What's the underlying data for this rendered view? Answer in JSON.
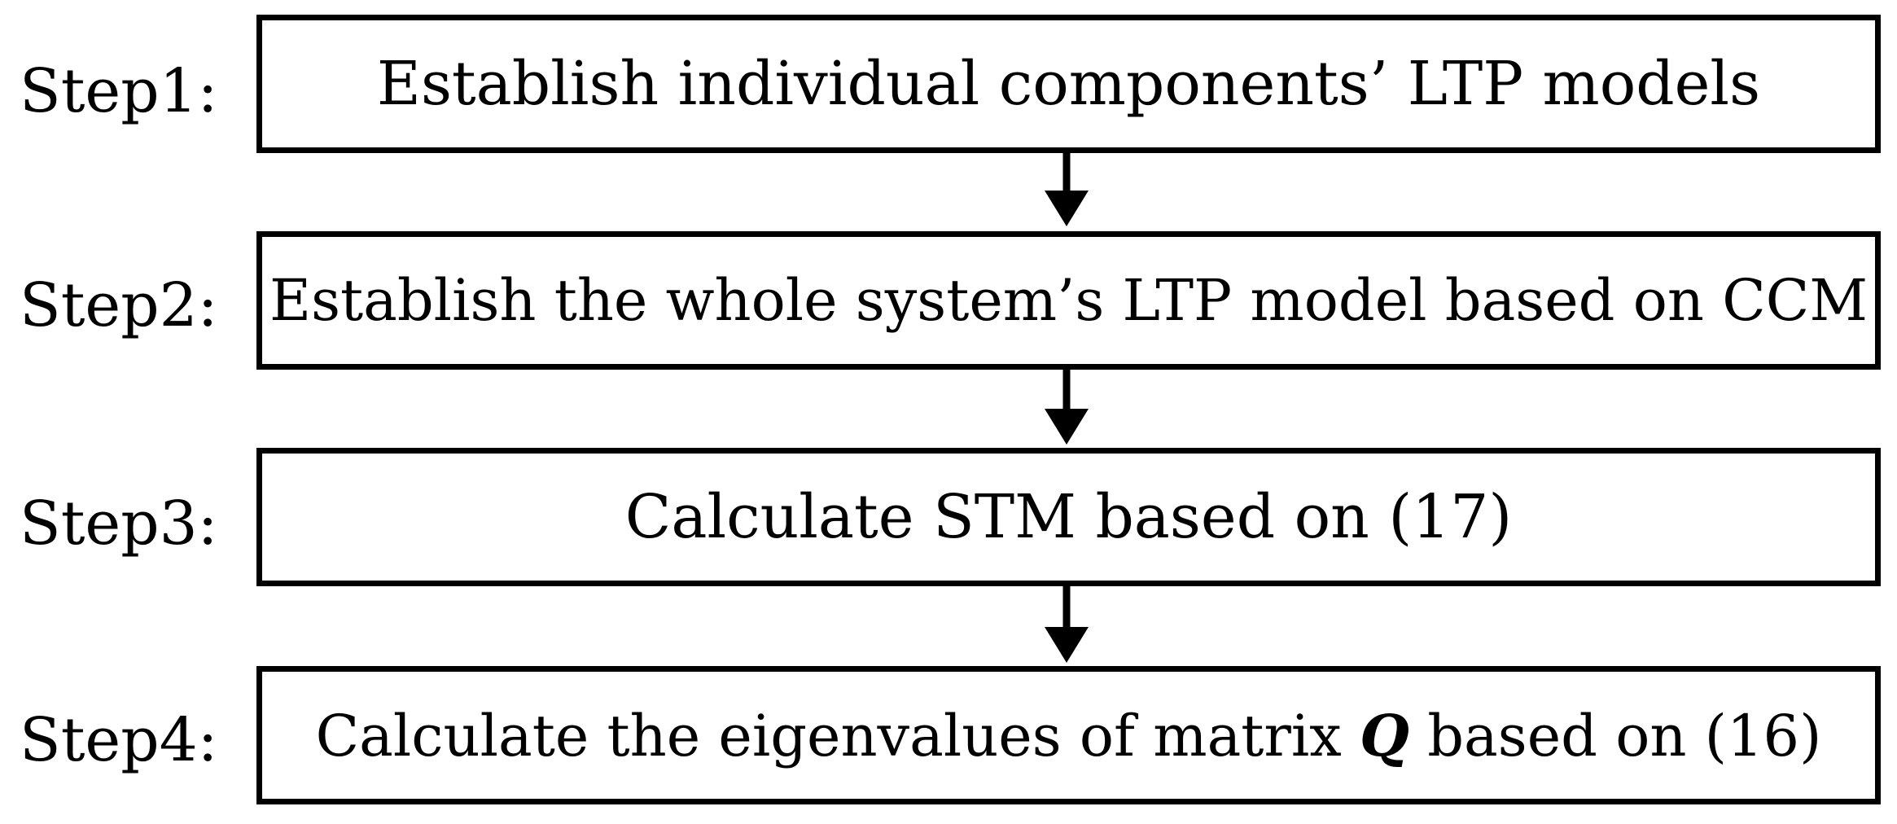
{
  "steps": [
    {
      "label": "Step1:",
      "text": "Establish individual components’ LTP models"
    },
    {
      "label": "Step2:",
      "text": "Establish the whole system’s LTP model based on CCM"
    },
    {
      "label": "Step3:",
      "text": "Calculate STM based on (17)"
    },
    {
      "label": "Step4:",
      "text_before": "Calculate the eigenvalues of matrix ",
      "text_emph": "Q",
      "text_after": " based on (16)"
    }
  ]
}
